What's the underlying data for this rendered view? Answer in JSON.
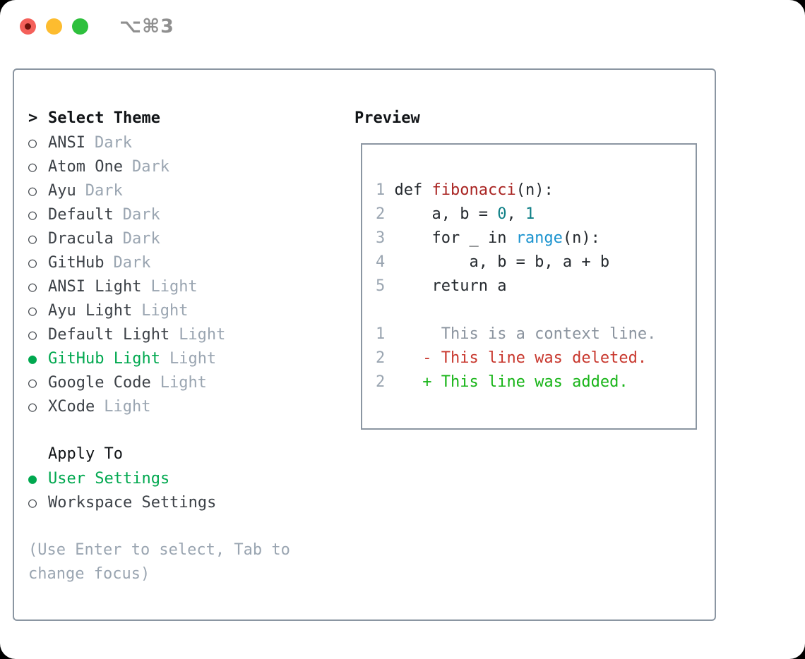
{
  "window": {
    "title": "⌥⌘3"
  },
  "icons": {
    "prompt": ">",
    "radio_unselected": "○",
    "radio_selected": "●",
    "traffic_lights": [
      "close-icon",
      "minimize-icon",
      "zoom-icon"
    ]
  },
  "colors": {
    "accent": "#00a84f",
    "added": "#17b417",
    "deleted": "#c8372d",
    "function": "#a92422",
    "number": "#0e7f86",
    "builtin": "#1a93cf",
    "code": "#24292e",
    "context": "#8a939e",
    "muted": "#9aa5b1",
    "heading": "#111417",
    "item": "#3c4147",
    "border": "#8b96a2",
    "titlebar_gray": "#8f8f8f",
    "light_red": "#f4605a",
    "light_yellow": "#fdbc2f",
    "light_green": "#2ec03d"
  },
  "left": {
    "header_label": "Select Theme",
    "themes": [
      {
        "name": "ANSI",
        "tag": "Dark",
        "selected": false
      },
      {
        "name": "Atom One",
        "tag": "Dark",
        "selected": false
      },
      {
        "name": "Ayu",
        "tag": "Dark",
        "selected": false
      },
      {
        "name": "Default",
        "tag": "Dark",
        "selected": false
      },
      {
        "name": "Dracula",
        "tag": "Dark",
        "selected": false
      },
      {
        "name": "GitHub",
        "tag": "Dark",
        "selected": false
      },
      {
        "name": "ANSI Light",
        "tag": "Light",
        "selected": false
      },
      {
        "name": "Ayu Light",
        "tag": "Light",
        "selected": false
      },
      {
        "name": "Default Light",
        "tag": "Light",
        "selected": false
      },
      {
        "name": "GitHub Light",
        "tag": "Light",
        "selected": true
      },
      {
        "name": "Google Code",
        "tag": "Light",
        "selected": false
      },
      {
        "name": "XCode",
        "tag": "Light",
        "selected": false
      }
    ],
    "apply_label": "Apply To",
    "apply_options": [
      {
        "name": "User Settings",
        "selected": true
      },
      {
        "name": "Workspace Settings",
        "selected": false
      }
    ],
    "hint_lines": [
      "(Use Enter to select, Tab to",
      "change focus)"
    ]
  },
  "preview": {
    "label": "Preview",
    "code_lines": [
      {
        "num": "1",
        "segments": [
          {
            "t": "def ",
            "c": "code"
          },
          {
            "t": "fibonacci",
            "c": "function"
          },
          {
            "t": "(n):",
            "c": "code"
          }
        ]
      },
      {
        "num": "2",
        "segments": [
          {
            "t": "    a, b = ",
            "c": "code"
          },
          {
            "t": "0",
            "c": "number"
          },
          {
            "t": ", ",
            "c": "code"
          },
          {
            "t": "1",
            "c": "number"
          }
        ]
      },
      {
        "num": "3",
        "segments": [
          {
            "t": "    for _ in ",
            "c": "code"
          },
          {
            "t": "range",
            "c": "builtin"
          },
          {
            "t": "(n):",
            "c": "code"
          }
        ]
      },
      {
        "num": "4",
        "segments": [
          {
            "t": "        a, b = b, a + b",
            "c": "code"
          }
        ]
      },
      {
        "num": "5",
        "segments": [
          {
            "t": "    return a",
            "c": "code"
          }
        ]
      },
      {
        "num": "",
        "segments": []
      },
      {
        "num": "1",
        "segments": [
          {
            "t": "     This is a context line.",
            "c": "context"
          }
        ]
      },
      {
        "num": "2",
        "segments": [
          {
            "t": "   - This line was deleted.",
            "c": "deleted"
          }
        ]
      },
      {
        "num": "2",
        "segments": [
          {
            "t": "   + This line was added.",
            "c": "added"
          }
        ]
      }
    ]
  }
}
